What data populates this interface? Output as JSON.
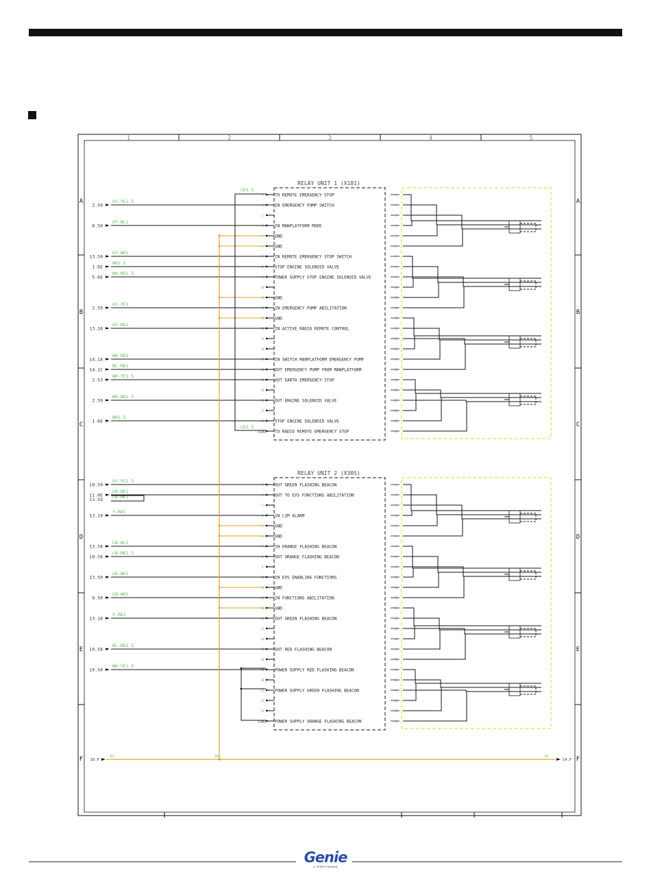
{
  "colors": {
    "frame": "#111111",
    "wire": "#111111",
    "gnd_wire": "#e0a020",
    "label_green": "#5cb85c",
    "relay_dash": "#f0d020",
    "logo_blue": "#2a4fa8"
  },
  "frame": {
    "columns": [
      "1",
      "2",
      "3",
      "4",
      "5"
    ],
    "rows": [
      "A",
      "B",
      "C",
      "D",
      "E",
      "F"
    ]
  },
  "unit1": {
    "title": "RELAY UNIT 1 (X181)",
    "bus_label_top": "LD1.5",
    "bus_label_bottom": "LD1.5",
    "side_code": "X181",
    "pins": [
      {
        "desc": "TO REMOTE EMERGENCY STOP",
        "ref": "",
        "color": ""
      },
      {
        "desc": "IN EMERGENCY PUMP SWITCH",
        "ref": "2.50",
        "color": "GY-YE1.5"
      },
      {
        "desc": "",
        "ref": "",
        "color": ""
      },
      {
        "desc": "IN MANPLATFORM MODE",
        "ref": "8.50",
        "color": "GY-BL1"
      },
      {
        "desc": "GND",
        "ref": "",
        "color": ""
      },
      {
        "desc": "GND",
        "ref": "",
        "color": ""
      },
      {
        "desc": "IN REMOTE EMERGENCY STOP SWITCH",
        "ref": "13.50",
        "color": "GY-WH1"
      },
      {
        "desc": "STOP ENGINE SOLENOID VALVE",
        "ref": "1.6E",
        "color": "WH1.5"
      },
      {
        "desc": "POWER SUPPLY STOP ENGINE SOLENOID VALVE",
        "ref": "5.6E",
        "color": "WH-RD1.5"
      },
      {
        "desc": "",
        "ref": "",
        "color": ""
      },
      {
        "desc": "GND",
        "ref": "",
        "color": ""
      },
      {
        "desc": "IN EMERGENCY PUMP ABILITATION",
        "ref": "2.59",
        "color": "GY-YE1"
      },
      {
        "desc": "GND",
        "ref": "",
        "color": ""
      },
      {
        "desc": "IN ACTIVE RADIO REMOTE CONTROL",
        "ref": "13.18",
        "color": "GY-RD1"
      },
      {
        "desc": "",
        "ref": "",
        "color": ""
      },
      {
        "desc": "",
        "ref": "",
        "color": ""
      },
      {
        "desc": "IN SWITCH MANPLATFORM EMERGENCY PUMP",
        "ref": "14.1A",
        "color": "WH-RD1"
      },
      {
        "desc": "OUT EMERGENCY PUMP FROM MANPLATFORM",
        "ref": "14.1C",
        "color": "BL-RD1"
      },
      {
        "desc": "OUT EARTH EMERGENCY STOP",
        "ref": "2.53",
        "color": "WH-YE1.5"
      },
      {
        "desc": "",
        "ref": "",
        "color": ""
      },
      {
        "desc": "OUT ENGINE SOLENOID VALVE",
        "ref": "2.59",
        "color": "WH-BK1.5"
      },
      {
        "desc": "",
        "ref": "",
        "color": ""
      },
      {
        "desc": "STOP ENGINE SOLENOID VALVE",
        "ref": "1.6E",
        "color": "WH1.5"
      },
      {
        "desc": "TO RADIO REMOTE EMERGENCY STOP",
        "ref": "",
        "color": ""
      }
    ]
  },
  "unit2": {
    "title": "RELAY UNIT 2 (X30S)",
    "side_code": "X30S",
    "pins": [
      {
        "desc": "OUT GREEN FLASHING BEACON",
        "ref": "10.59",
        "color": "GY-YE1.5"
      },
      {
        "desc": "OUT TO EVS FUNCTIONS ABILITATION",
        "ref": "11.0E",
        "color": "LB-BK1"
      },
      {
        "desc": "",
        "ref": "",
        "color": ""
      },
      {
        "desc": "IN LIM ALARM",
        "ref": "13.19",
        "color": "Y-RD1"
      },
      {
        "desc": "GND",
        "ref": "",
        "color": ""
      },
      {
        "desc": "GND",
        "ref": "",
        "color": ""
      },
      {
        "desc": "IN ORANGE FLASHING BEACON",
        "ref": "13.58",
        "color": "LB-BL1"
      },
      {
        "desc": "OUT ORANGE FLASHING BEACON",
        "ref": "10.58",
        "color": "LB-BK1.5"
      },
      {
        "desc": "",
        "ref": "",
        "color": ""
      },
      {
        "desc": "IN EVS ENABLING FUNCTIONS",
        "ref": "13.50",
        "color": "LB-BK1"
      },
      {
        "desc": "GND",
        "ref": "",
        "color": ""
      },
      {
        "desc": "IN FUNCTIONS ABILITATION",
        "ref": "8.50",
        "color": "LB-WH1"
      },
      {
        "desc": "GND",
        "ref": "",
        "color": ""
      },
      {
        "desc": "OUT GREEN FLASHING BEACON",
        "ref": "13.18",
        "color": "Y-RD1"
      },
      {
        "desc": "",
        "ref": "",
        "color": ""
      },
      {
        "desc": "",
        "ref": "",
        "color": ""
      },
      {
        "desc": "OUT RED FLASHING BEACON",
        "ref": "10.58",
        "color": "BL-RD1.5"
      },
      {
        "desc": "",
        "ref": "",
        "color": ""
      },
      {
        "desc": "POWER SUPPLY RED FLASHING BEACON",
        "ref": "10.50",
        "color": "WH-YE1.5"
      },
      {
        "desc": "",
        "ref": "",
        "color": ""
      },
      {
        "desc": "POWER SUPPLY GREEN FLASHING BEACON",
        "ref": "",
        "color": ""
      },
      {
        "desc": "",
        "ref": "",
        "color": ""
      },
      {
        "desc": "",
        "ref": "",
        "color": ""
      },
      {
        "desc": "POWER SUPPLY ORANGE FLASHING BEACON",
        "ref": "",
        "color": ""
      }
    ],
    "extra": {
      "ref": "13.59",
      "color": "LB-BK1"
    }
  },
  "gnd_bus": {
    "ref_left": "10.F",
    "ref_right": "14.F",
    "num_left": "31",
    "num_mid": "31",
    "num_right": "31"
  },
  "footer": {
    "brand": "Genie",
    "tagline": "A TEREX BRAND"
  }
}
